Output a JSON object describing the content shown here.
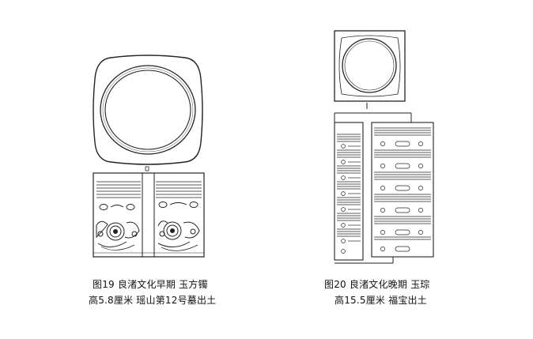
{
  "figures": [
    {
      "id": "fig19",
      "caption_line1": "图19 良渚文化早期 玉方镯",
      "caption_line2": "高5.8厘米 瑶山第12号墓出土"
    },
    {
      "id": "fig20",
      "caption_line1": "图20 良渚文化晚期 玉琮",
      "caption_line2": "高15.5厘米 福宝出土"
    }
  ]
}
